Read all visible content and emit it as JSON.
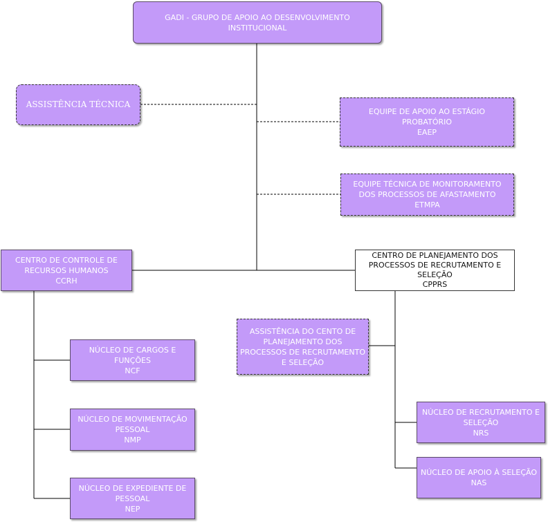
{
  "colors": {
    "box_fill": "#c39af9",
    "box_text": "#ffffff",
    "line": "#000000"
  },
  "nodes": {
    "gadi": {
      "line1": "GADI - GRUPO DE APOIO AO DESENVOLVIMENTO",
      "line2": "INSTITUCIONAL"
    },
    "assistencia_tecnica": {
      "line1": "ASSISTÊNCIA TÉCNICA"
    },
    "eaep": {
      "line1": "EQUIPE DE APOIO AO ESTÁGIO",
      "line2": "PROBATÓRIO",
      "line3": "EAEP"
    },
    "etmpa": {
      "line1": "EQUIPE TÉCNICA DE MONITORAMENTO",
      "line2": "DOS PROCESSOS DE AFASTAMENTO",
      "line3": "ETMPA"
    },
    "ccrh": {
      "line1": "CENTRO DE CONTROLE DE",
      "line2": "RECURSOS HUMANOS",
      "line3": "CCRH"
    },
    "cpprs": {
      "line1": "CENTRO DE PLANEJAMENTO DOS",
      "line2": "PROCESSOS DE RECRUTAMENTO E",
      "line3": "SELEÇÃO",
      "line4": "CPPRS"
    },
    "ncf": {
      "line1": "NÚCLEO DE CARGOS E",
      "line2": "FUNÇÕES",
      "line3": "NCF"
    },
    "nmp": {
      "line1": "NÚCLEO DE MOVIMENTAÇÃO",
      "line2": "PESSOAL",
      "line3": "NMP"
    },
    "nep": {
      "line1": "NÚCLEO DE EXPEDIENTE DE",
      "line2": "PESSOAL",
      "line3": "NEP"
    },
    "assistencia_cpprs": {
      "line1": "ASSISTÊNCIA DO CENTO DE",
      "line2": "PLANEJAMENTO DOS",
      "line3": "PROCESSOS DE RECRUTAMENTO",
      "line4": "E SELEÇÃO"
    },
    "nrs": {
      "line1": "NÚCLEO DE RECRUTAMENTO E",
      "line2": "SELEÇÃO",
      "line3": "NRS"
    },
    "nas": {
      "line1": "NÚCLEO DE APOIO À SELEÇÃO",
      "line2": "NAS"
    }
  }
}
